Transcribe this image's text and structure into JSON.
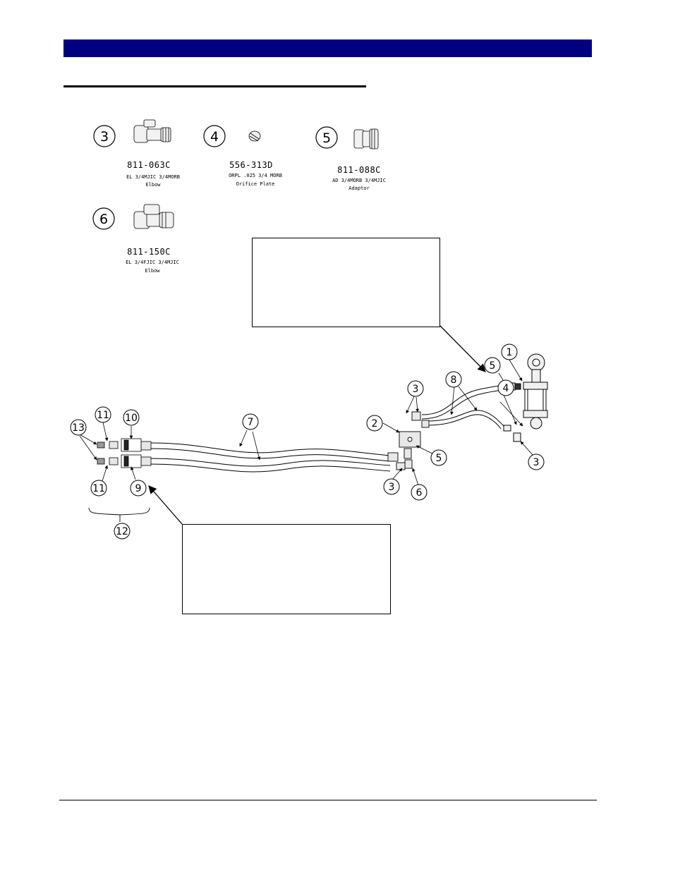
{
  "parts_legend": [
    {
      "item": "3",
      "part_no": "811-063C",
      "desc": "EL 3/4MJIC 3/4MORB",
      "name": "Elbow"
    },
    {
      "item": "4",
      "part_no": "556-313D",
      "desc": "ORPL .025 3/4 MORB",
      "name": "Orifice Plate"
    },
    {
      "item": "5",
      "part_no": "811-088C",
      "desc": "AD 3/4MORB 3/4MJIC",
      "name": "Adaptor"
    },
    {
      "item": "6",
      "part_no": "811-150C",
      "desc": "EL 3/4FJIC 3/4MJIC",
      "name": "Elbow"
    }
  ],
  "balloons": {
    "b1": "1",
    "b5a": "5",
    "b3a": "3",
    "b8": "8",
    "b4": "4",
    "b2": "2",
    "b5b": "5",
    "b3b": "3",
    "b3c": "3",
    "b6": "6",
    "b7": "7",
    "b11a": "11",
    "b10": "10",
    "b13": "13",
    "b11b": "11",
    "b9": "9",
    "b12": "12"
  },
  "colors": {
    "header_bar": "#000080"
  }
}
